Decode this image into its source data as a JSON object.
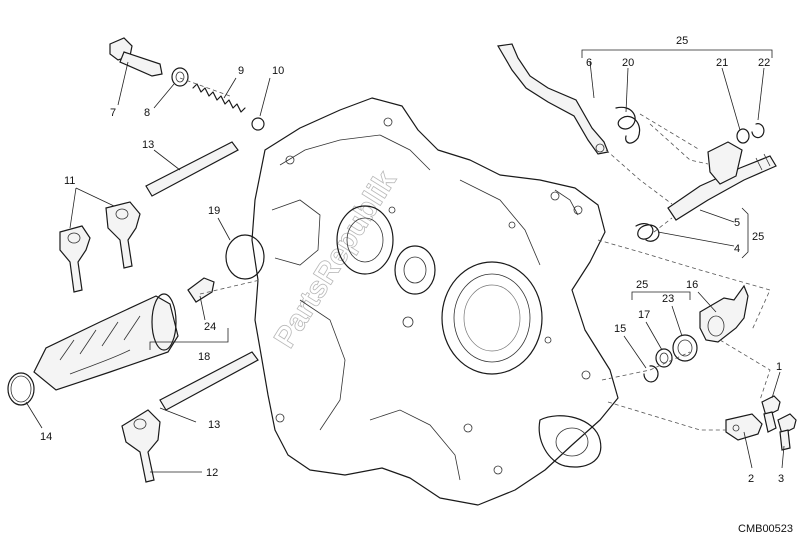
{
  "diagram_code": "CMB00523",
  "watermark": "PartsRepublik",
  "callouts": {
    "c1": "1",
    "c2": "2",
    "c3": "3",
    "c4": "4",
    "c5": "5",
    "c6": "6",
    "c7": "7",
    "c8": "8",
    "c9": "9",
    "c10": "10",
    "c11": "11",
    "c12": "12",
    "c13a": "13",
    "c13b": "13",
    "c14": "14",
    "c15": "15",
    "c16": "16",
    "c17": "17",
    "c18": "18",
    "c19": "19",
    "c20": "20",
    "c21": "21",
    "c22": "22",
    "c23": "23",
    "c24": "24",
    "c25a": "25",
    "c25b": "25",
    "c25c": "25"
  }
}
